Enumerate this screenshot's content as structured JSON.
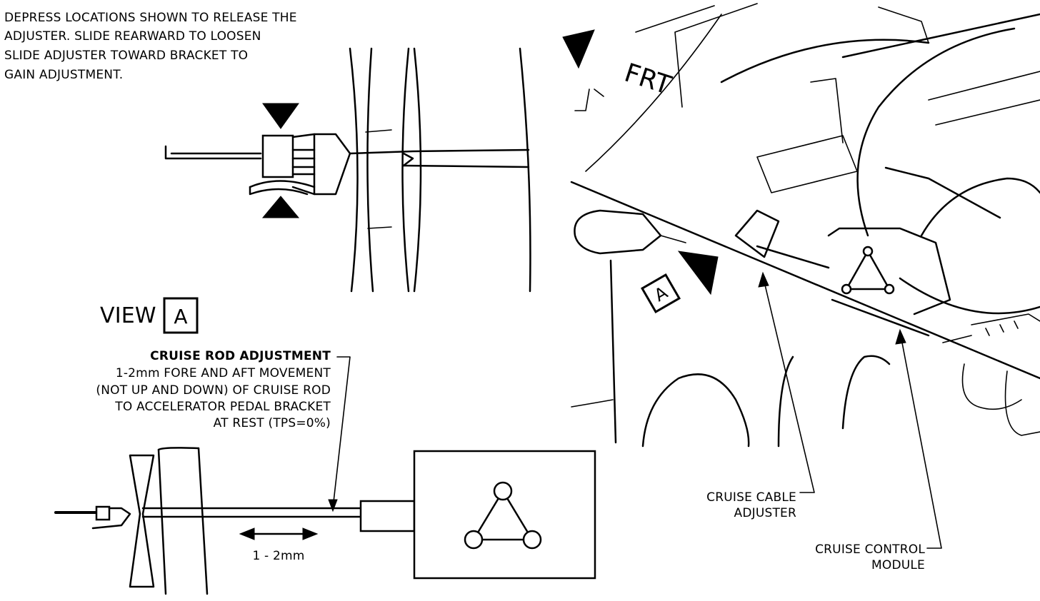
{
  "instructions": {
    "line1": "DEPRESS LOCATIONS SHOWN TO RELEASE THE",
    "line2": "ADJUSTER.  SLIDE REARWARD TO LOOSEN",
    "line3": "SLIDE ADJUSTER TOWARD BRACKET TO",
    "line4": "GAIN ADJUSTMENT."
  },
  "view_label": {
    "text": "VIEW",
    "letter": "A"
  },
  "rod_adjustment": {
    "title": "CRUISE ROD ADJUSTMENT",
    "line1": "1-2mm FORE AND AFT MOVEMENT",
    "line2": "(NOT UP AND DOWN) OF CRUISE ROD",
    "line3": "TO ACCELERATOR PEDAL BRACKET",
    "line4": "AT REST (TPS=0%)"
  },
  "movement_label": "1  -  2mm",
  "front_label": "FRT",
  "view_marker": "A",
  "callouts": {
    "cable_adjuster_line1": "CRUISE CABLE",
    "cable_adjuster_line2": "ADJUSTER",
    "module_line1": "CRUISE CONTROL",
    "module_line2": "MODULE"
  }
}
